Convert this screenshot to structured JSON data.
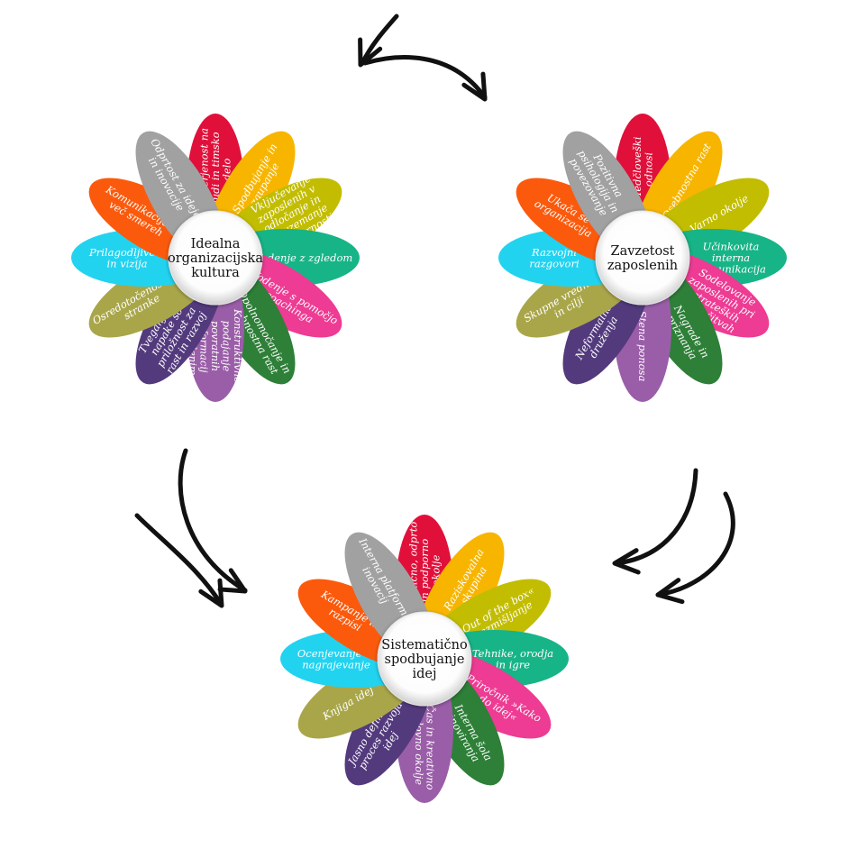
{
  "flowers": [
    {
      "id": "kultura",
      "center": "Idealna organizacijska kultura",
      "petals": [
        {
          "label": "Usmerjenost na ljudi in timsko delo",
          "color": "#e0103a"
        },
        {
          "label": "Spodbujanje in zaupanje",
          "color": "#f7b500"
        },
        {
          "label": "Vključevanje zaposlenih v odločanje in prevzemanje odgovornosti",
          "color": "#c2bd00"
        },
        {
          "label": "Vodenje z zgledom",
          "color": "#17b487"
        },
        {
          "label": "Vodenje s pomočjo coachinga",
          "color": "#ee3b93"
        },
        {
          "label": "Opolnomočanje in osebnostna rast",
          "color": "#2e7f38"
        },
        {
          "label": "Konstruktivno podajanje povratnih informacij zaposlenim",
          "color": "#9a5ea8"
        },
        {
          "label": "Tveganje in napake so priložnost za rast in razvoj",
          "color": "#533a7d"
        },
        {
          "label": "Osredotočenost na stranke",
          "color": "#a9a64a"
        },
        {
          "label": "Prilagodljivost in vizija",
          "color": "#22d3f0"
        },
        {
          "label": "Komunikacija v več smereh",
          "color": "#fb5a0d"
        },
        {
          "label": "Odprtost za ideje in inovacije",
          "color": "#a1a1a1"
        }
      ]
    },
    {
      "id": "zavzetost",
      "center": "Zavzetost zaposlenih",
      "petals": [
        {
          "label": "Medčloveški odnosi",
          "color": "#e0103a"
        },
        {
          "label": "Osebnostna rast",
          "color": "#f7b500"
        },
        {
          "label": "Varno okolje",
          "color": "#c2bd00"
        },
        {
          "label": "Učinkovita interna komunikacija",
          "color": "#17b487"
        },
        {
          "label": "Sodelovanje zaposlenih pri strateških odločitvah",
          "color": "#ee3b93"
        },
        {
          "label": "Nagrade in priznanja",
          "color": "#2e7f38"
        },
        {
          "label": "Stena ponosa",
          "color": "#9a5ea8"
        },
        {
          "label": "Neformalna druženja",
          "color": "#533a7d"
        },
        {
          "label": "Skupne vrednote in cilji",
          "color": "#a9a64a"
        },
        {
          "label": "Razvojni razgovori",
          "color": "#22d3f0"
        },
        {
          "label": "Ukača se organizacija",
          "color": "#fb5a0d"
        },
        {
          "label": "Pozitivna psihologija in povezovanje",
          "color": "#a1a1a1"
        }
      ]
    },
    {
      "id": "ideje",
      "center": "Sistematično spodbujanje idej",
      "petals": [
        {
          "label": "Dinamično, odprto in podporno okolje",
          "color": "#e0103a"
        },
        {
          "label": "Raziskovalna skupina",
          "color": "#f7b500"
        },
        {
          "label": "Out of the box« razmišljanje",
          "color": "#c2bd00"
        },
        {
          "label": "Tehnike, orodja in igre",
          "color": "#17b487"
        },
        {
          "label": "Priročnik »Kako do idej«",
          "color": "#ee3b93"
        },
        {
          "label": "Interna šola inoviranja",
          "color": "#2e7f38"
        },
        {
          "label": "Čas in kreativno delovno okolje",
          "color": "#9a5ea8"
        },
        {
          "label": "Jasno definiran proces razvoja idej",
          "color": "#533a7d"
        },
        {
          "label": "Knjiga idej",
          "color": "#a9a64a"
        },
        {
          "label": "Ocenjevanje in nagrajevanje",
          "color": "#22d3f0"
        },
        {
          "label": "Kampanje in razpisi",
          "color": "#fb5a0d"
        },
        {
          "label": "Interna platforma inovacij",
          "color": "#a1a1a1"
        }
      ]
    }
  ],
  "arrows": [
    {
      "id": "top"
    },
    {
      "id": "left"
    },
    {
      "id": "right"
    }
  ]
}
